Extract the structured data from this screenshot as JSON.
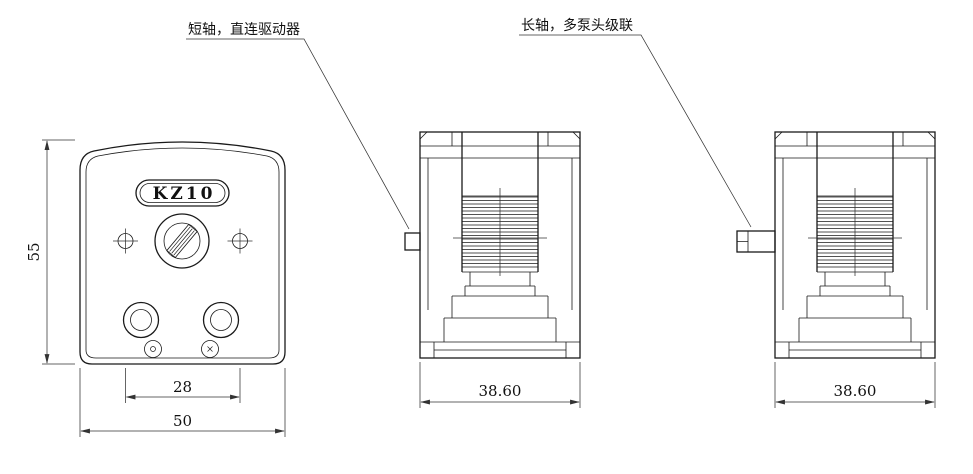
{
  "annotations": {
    "short_shaft": "短轴，直连驱动器",
    "long_shaft": "长轴，多泵头级联"
  },
  "front_view": {
    "model": "KZ10",
    "dim_height": "55",
    "dim_hole_spacing": "28",
    "dim_width": "50"
  },
  "side_view_short": {
    "dim_width": "38.60"
  },
  "side_view_long": {
    "dim_width": "38.60"
  },
  "colors": {
    "line": "#1a1a1a",
    "dim_line": "#333333",
    "background": "#ffffff"
  }
}
